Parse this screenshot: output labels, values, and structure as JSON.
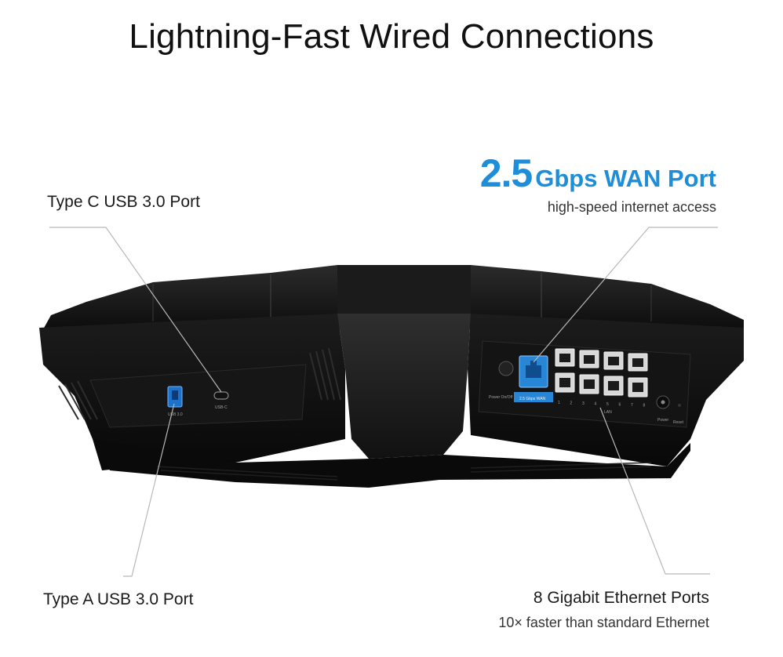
{
  "title": "Lightning-Fast Wired Connections",
  "accent_color": "#1f8ed8",
  "callouts": {
    "type_c": {
      "label": "Type C USB 3.0 Port"
    },
    "wan": {
      "speed": "2.5",
      "unit": "Gbps WAN Port",
      "subtitle": "high-speed internet access"
    },
    "type_a": {
      "label": "Type A USB 3.0 Port"
    },
    "ethernet": {
      "label": "8 Gigabit Ethernet Ports",
      "subtitle": "10× faster than standard Ethernet"
    }
  },
  "router": {
    "usb_a_label": "USB 3.0",
    "usb_c_label": "USB-C",
    "power_onoff_label": "Power On/Off",
    "wan_port_label": "2.5 Gbps WAN",
    "lan_numbers": [
      "1",
      "2",
      "3",
      "4",
      "5",
      "6",
      "7",
      "8"
    ],
    "lan_label": "LAN",
    "power_label": "Power",
    "reset_label": "Reset"
  }
}
